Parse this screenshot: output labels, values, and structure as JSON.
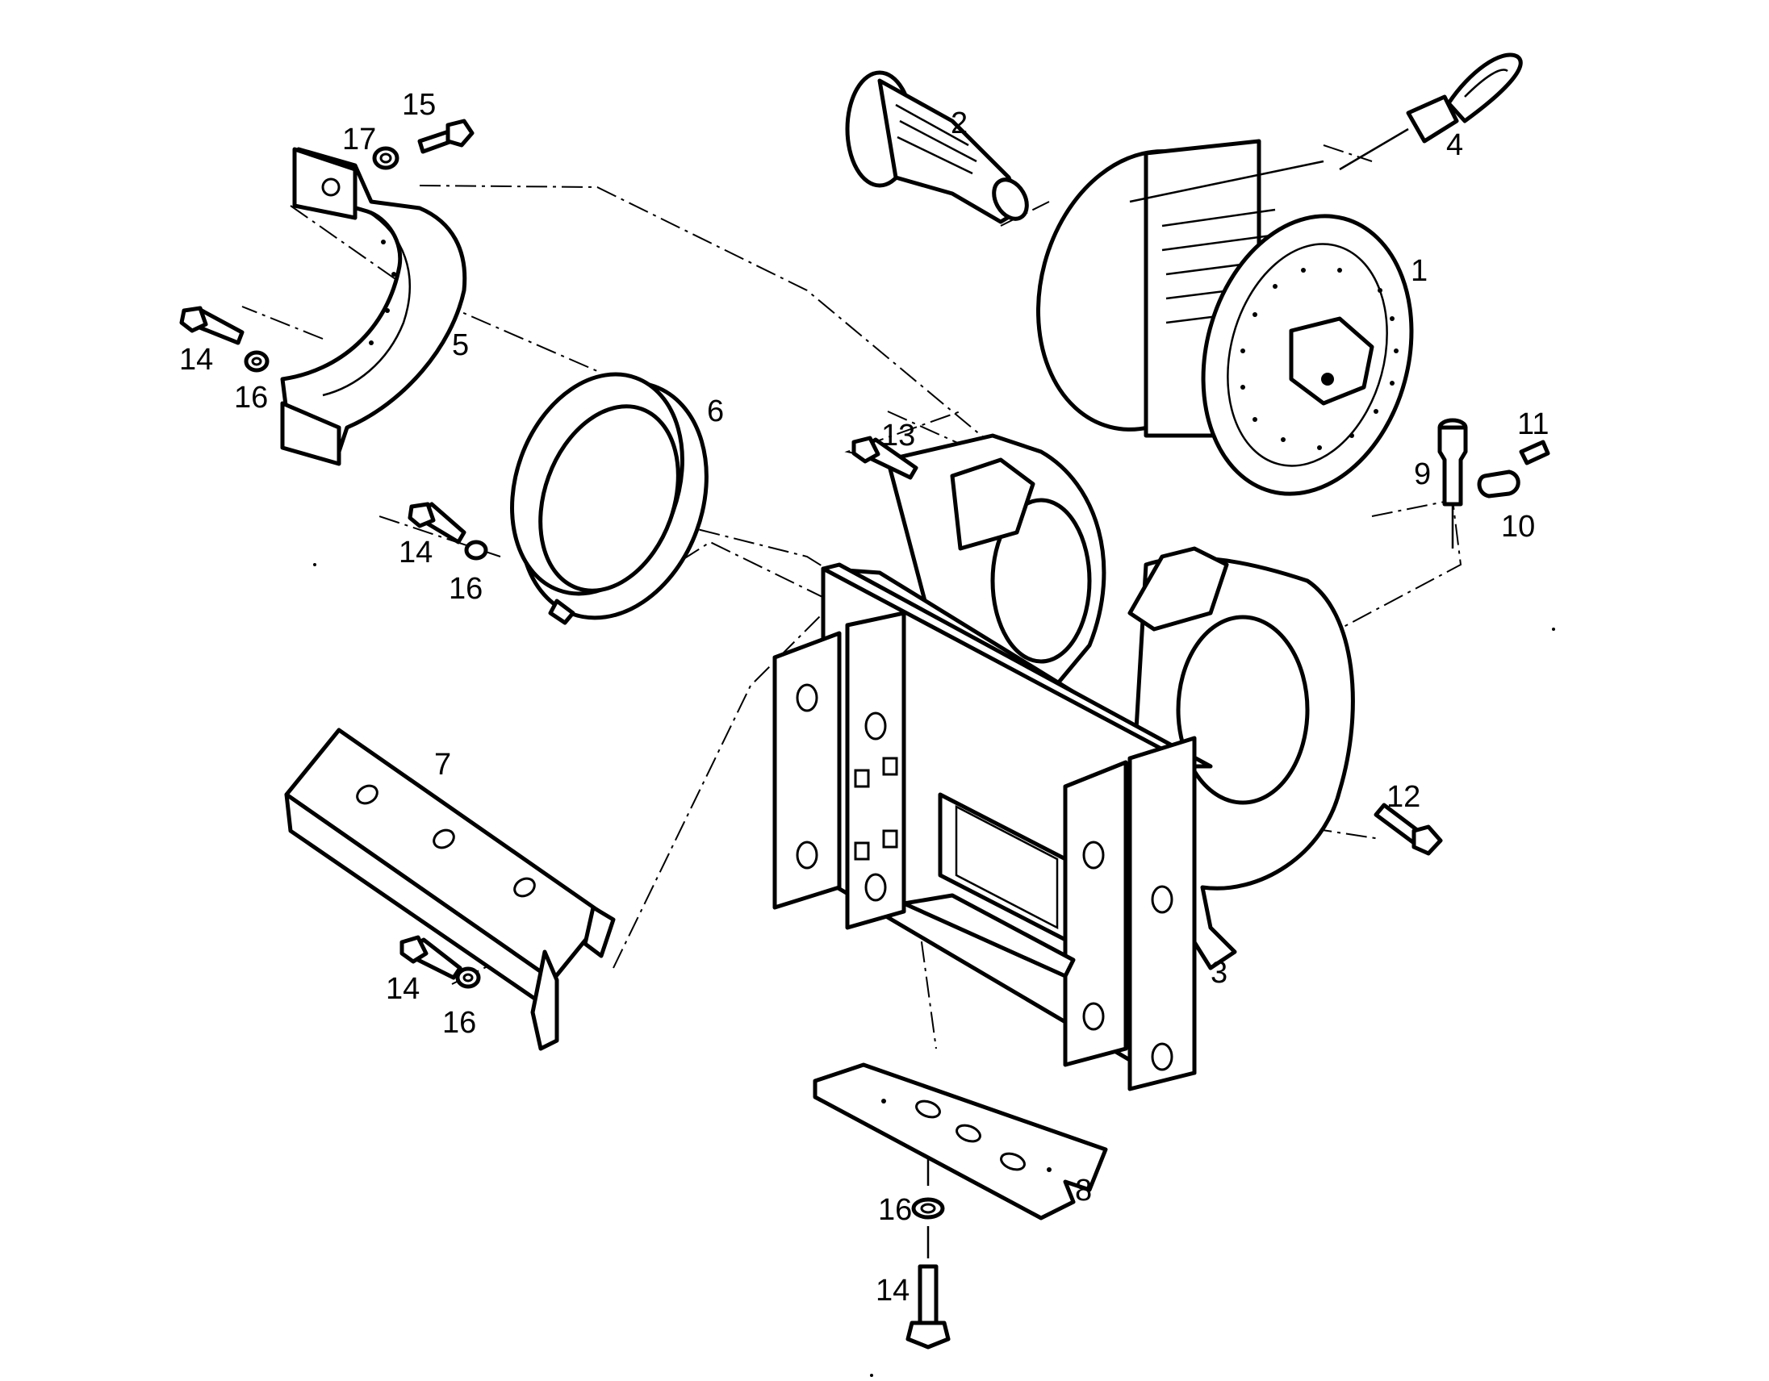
{
  "callouts": [
    {
      "id": "c1",
      "text": "1"
    },
    {
      "id": "c2",
      "text": "2"
    },
    {
      "id": "c3",
      "text": "3"
    },
    {
      "id": "c4",
      "text": "4"
    },
    {
      "id": "c5",
      "text": "5"
    },
    {
      "id": "c6",
      "text": "6"
    },
    {
      "id": "c7",
      "text": "7"
    },
    {
      "id": "c8",
      "text": "8"
    },
    {
      "id": "c9",
      "text": "9"
    },
    {
      "id": "c10",
      "text": "10"
    },
    {
      "id": "c11",
      "text": "11"
    },
    {
      "id": "c12",
      "text": "12"
    },
    {
      "id": "c13",
      "text": "13"
    },
    {
      "id": "c14a",
      "text": "14"
    },
    {
      "id": "c14b",
      "text": "14"
    },
    {
      "id": "c14c",
      "text": "14"
    },
    {
      "id": "c14d",
      "text": "14"
    },
    {
      "id": "c15",
      "text": "15"
    },
    {
      "id": "c16a",
      "text": "16"
    },
    {
      "id": "c16b",
      "text": "16"
    },
    {
      "id": "c16c",
      "text": "16"
    },
    {
      "id": "c16d",
      "text": "16"
    },
    {
      "id": "c17",
      "text": "17"
    }
  ]
}
